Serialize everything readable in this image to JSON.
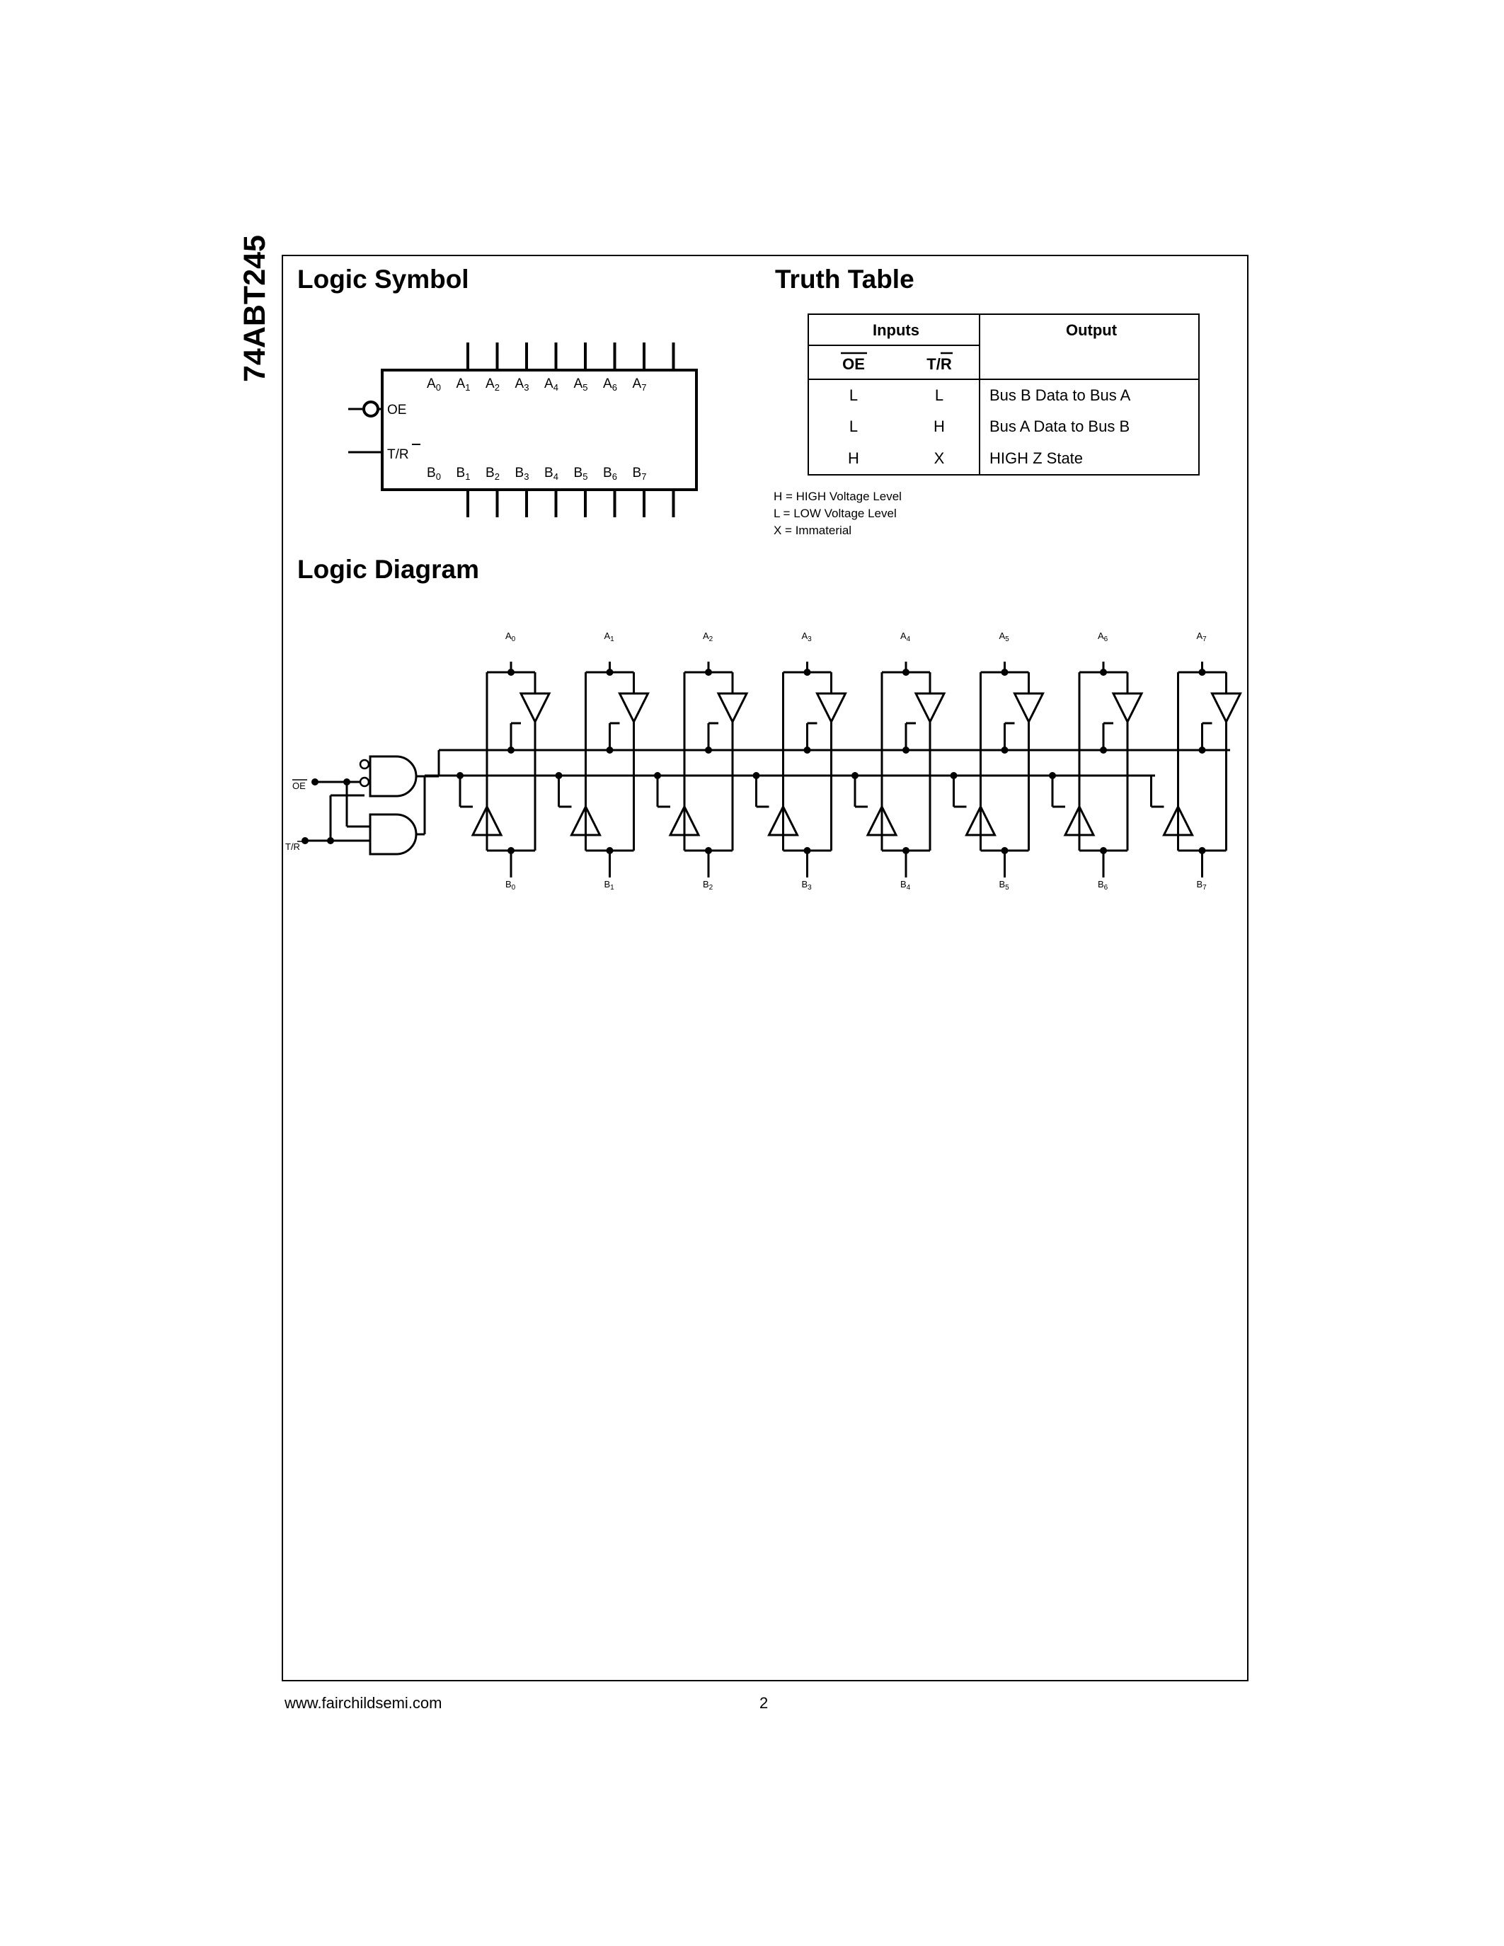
{
  "doc": {
    "part_number": "74ABT245",
    "footer_url": "www.fairchildsemi.com",
    "page_number": "2"
  },
  "logic_symbol": {
    "title": "Logic Symbol",
    "oe_label": "OE",
    "tr_label": "T/R",
    "a_pins": [
      {
        "letter": "A",
        "sub": "0"
      },
      {
        "letter": "A",
        "sub": "1"
      },
      {
        "letter": "A",
        "sub": "2"
      },
      {
        "letter": "A",
        "sub": "3"
      },
      {
        "letter": "A",
        "sub": "4"
      },
      {
        "letter": "A",
        "sub": "5"
      },
      {
        "letter": "A",
        "sub": "6"
      },
      {
        "letter": "A",
        "sub": "7"
      }
    ],
    "b_pins": [
      {
        "letter": "B",
        "sub": "0"
      },
      {
        "letter": "B",
        "sub": "1"
      },
      {
        "letter": "B",
        "sub": "2"
      },
      {
        "letter": "B",
        "sub": "3"
      },
      {
        "letter": "B",
        "sub": "4"
      },
      {
        "letter": "B",
        "sub": "5"
      },
      {
        "letter": "B",
        "sub": "6"
      },
      {
        "letter": "B",
        "sub": "7"
      }
    ]
  },
  "truth_table": {
    "title": "Truth Table",
    "header_inputs": "Inputs",
    "header_output": "Output",
    "col_oe": "OE",
    "col_tr": "T/R",
    "rows": [
      {
        "oe": "L",
        "tr": "L",
        "output": "Bus B Data to Bus A"
      },
      {
        "oe": "L",
        "tr": "H",
        "output": "Bus A Data to Bus B"
      },
      {
        "oe": "H",
        "tr": "X",
        "output": "HIGH Z State"
      }
    ],
    "legend": [
      "H = HIGH Voltage Level",
      "L = LOW Voltage Level",
      "X = Immaterial"
    ]
  },
  "logic_diagram": {
    "title": "Logic Diagram",
    "oe_label": "OE",
    "tr_label": "T/R",
    "a_labels": [
      {
        "letter": "A",
        "sub": "0"
      },
      {
        "letter": "A",
        "sub": "1"
      },
      {
        "letter": "A",
        "sub": "2"
      },
      {
        "letter": "A",
        "sub": "3"
      },
      {
        "letter": "A",
        "sub": "4"
      },
      {
        "letter": "A",
        "sub": "5"
      },
      {
        "letter": "A",
        "sub": "6"
      },
      {
        "letter": "A",
        "sub": "7"
      }
    ],
    "b_labels": [
      {
        "letter": "B",
        "sub": "0"
      },
      {
        "letter": "B",
        "sub": "1"
      },
      {
        "letter": "B",
        "sub": "2"
      },
      {
        "letter": "B",
        "sub": "3"
      },
      {
        "letter": "B",
        "sub": "4"
      },
      {
        "letter": "B",
        "sub": "5"
      },
      {
        "letter": "B",
        "sub": "6"
      },
      {
        "letter": "B",
        "sub": "7"
      }
    ]
  }
}
